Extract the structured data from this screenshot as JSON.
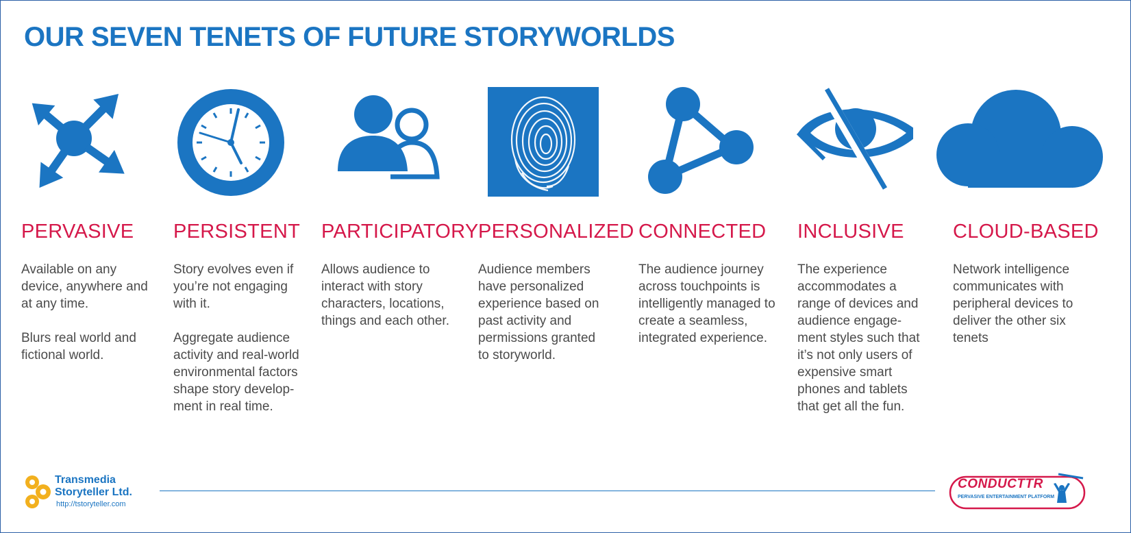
{
  "title": "OUR SEVEN TENETS OF FUTURE STORYWORLDS",
  "colors": {
    "blue": "#1b75c2",
    "red": "#d5184a",
    "text": "#4b4b4b"
  },
  "tenets": [
    {
      "heading": "PERVASIVE",
      "icon": "arrows-outward-icon",
      "desc": "Available on any device, anywhere and at any time.",
      "desc2": "Blurs real world and fictional world."
    },
    {
      "heading": "PERSISTENT",
      "icon": "clock-icon",
      "desc": "Story evolves even if you’re not engaging with it.",
      "desc2": "Aggregate audience activity and real-world environmental factors shape story develop-ment in real time."
    },
    {
      "heading": "PARTICIPATORY",
      "icon": "users-icon",
      "desc": "Allows audience to interact with story characters, locations, things and each other."
    },
    {
      "heading": "PERSONALIZED",
      "icon": "fingerprint-icon",
      "desc": "Audience members have personalized experience based on past activity and permissions granted to storyworld."
    },
    {
      "heading": "CONNECTED",
      "icon": "network-triangle-icon",
      "desc": "The audience journey across touchpoints is intelligently managed to create a seamless, integrated experience."
    },
    {
      "heading": "INCLUSIVE",
      "icon": "eye-slash-icon",
      "desc": "The experience accommodates a range of devices and audience engage-ment styles such that it’s not only users of expensive smart phones and tablets that get all the fun."
    },
    {
      "heading": "CLOUD-BASED",
      "icon": "cloud-icon",
      "desc": "Network intelligence communicates with peripheral devices to deliver the other six tenets"
    }
  ],
  "footer": {
    "ts_line1": "Transmedia",
    "ts_line2": "Storyteller Ltd.",
    "ts_url": "http://tstoryteller.com",
    "conductr_name": "CONDUCTTR",
    "conductr_tagline": "PERVASIVE ENTERTAINMENT PLATFORM"
  }
}
